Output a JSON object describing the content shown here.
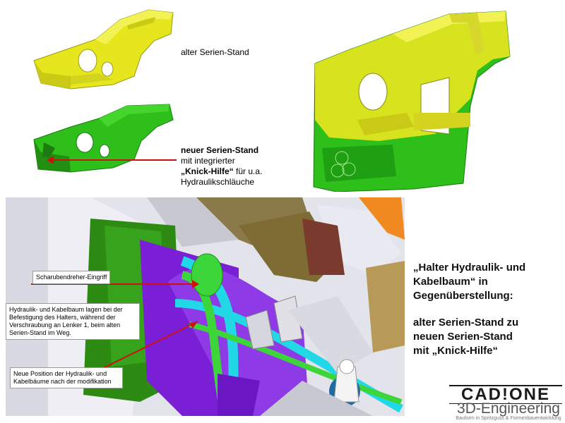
{
  "captions": {
    "alter_label": "alter Serien-Stand",
    "neuer_title": "neuer Serien-Stand",
    "neuer_line2": "mit integrierter",
    "neuer_line3_bold": "„Knick-Hilfe“",
    "neuer_line3_rest": " für u.a.",
    "neuer_line4": "Hydraulikschläuche"
  },
  "callouts": {
    "schrauber": "Scharubendreher-Eingriff",
    "hydraulik": "Hydraulik- und Kabelbaum lagen bei der Befestigung des Halters, während der Verschraubung an Lenker 1, beim alten Serien-Stand im Weg.",
    "neue_position": "Neue Position der Hydraulik- und Kabelbäume nach der modifikation"
  },
  "headline": {
    "line1": "„Halter Hydraulik- und",
    "line2": "Kabelbaum“ in",
    "line3": "Gegenüberstellung:",
    "line4": "alter Serien-Stand zu",
    "line5": "neuen Serien-Stand",
    "line6": "mit „Knick-Hilfe“"
  },
  "logo": {
    "top": "CAD!ONE",
    "middle": "3D-Engineering",
    "sub": "Bauform in Spritzguss & Formenbauentwicklung"
  },
  "colors": {
    "old_part": "#e6e61e",
    "new_part": "#2fbf1a",
    "arrow": "#cc1111",
    "hose_cyan": "#22d7e6",
    "hose_purple": "#7a1fd6",
    "hose_green": "#3dd63a"
  }
}
